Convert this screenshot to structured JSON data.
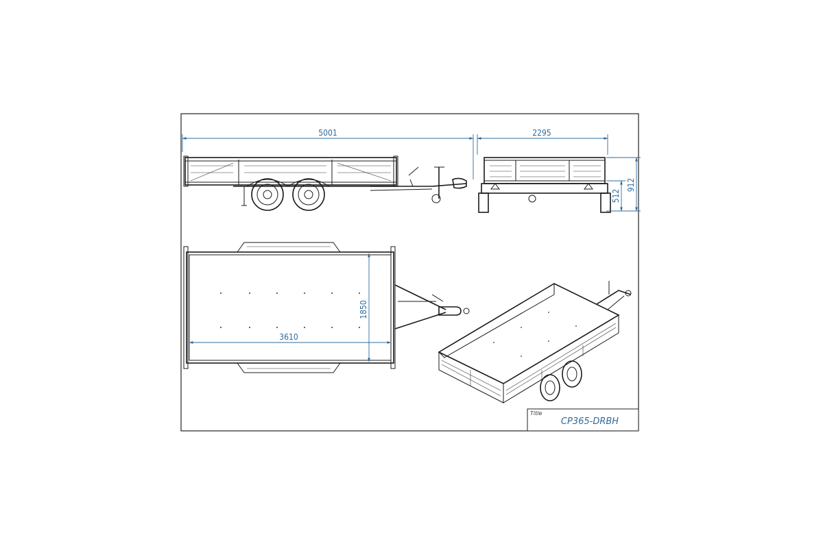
{
  "drawing": {
    "dimensions": {
      "overall_length": "5001",
      "overall_width": "2295",
      "total_height": "912",
      "deck_height": "512",
      "deck_width": "1850",
      "deck_length": "3610"
    },
    "title_block": {
      "label": "Title",
      "value": "CP365-DRBH"
    }
  }
}
